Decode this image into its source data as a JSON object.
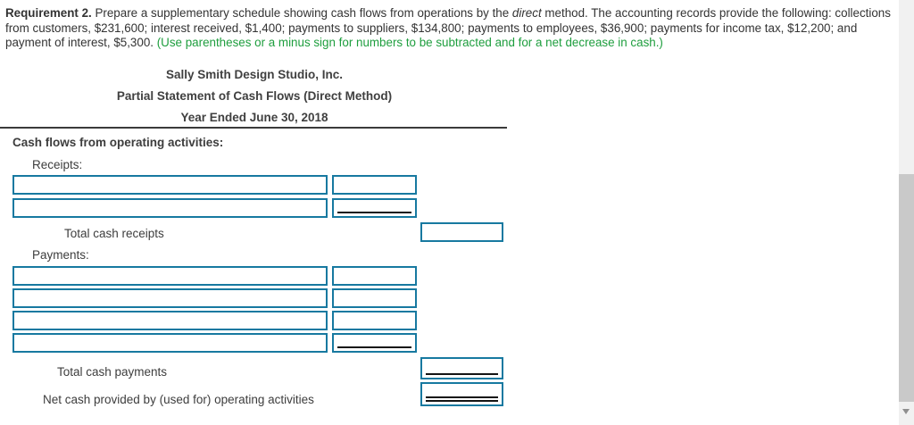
{
  "requirement": {
    "label": "Requirement 2.",
    "text_1": " Prepare a supplementary schedule showing cash flows from operations by the ",
    "italic_word": "direct",
    "text_2": " method. The accounting records provide the following: collections from customers, $231,600; interest received, $1,400; payments to suppliers, $134,800; payments to employees, $36,900; payments for income tax, $12,200; and payment of interest, $5,300. ",
    "hint": "(Use parentheses or a minus sign for numbers to be subtracted and for a net decrease in cash.)"
  },
  "statement": {
    "company": "Sally Smith Design Studio, Inc.",
    "title": "Partial Statement of Cash Flows (Direct Method)",
    "period": "Year Ended June 30, 2018",
    "section_header": "Cash flows from operating activities:",
    "receipts_label": "Receipts:",
    "total_receipts_label": "Total cash receipts",
    "payments_label": "Payments:",
    "total_payments_label": "Total cash payments",
    "net_label": "Net cash provided by (used for) operating activities"
  },
  "inputs": {
    "receipt_rows": [
      {
        "description": "",
        "amount": "",
        "rule": "none"
      },
      {
        "description": "",
        "amount": "",
        "rule": "single"
      }
    ],
    "total_receipts": {
      "value": "",
      "rule": "none"
    },
    "payment_rows": [
      {
        "description": "",
        "amount": "",
        "rule": "none"
      },
      {
        "description": "",
        "amount": "",
        "rule": "none"
      },
      {
        "description": "",
        "amount": "",
        "rule": "none"
      },
      {
        "description": "",
        "amount": "",
        "rule": "single"
      }
    ],
    "total_payments": {
      "value": "",
      "rule": "single"
    },
    "net_amount": {
      "value": "",
      "rule": "double"
    }
  },
  "colors": {
    "box_border": "#1779A0",
    "hint_text": "#1E9E3E",
    "rule_line": "#141414"
  }
}
